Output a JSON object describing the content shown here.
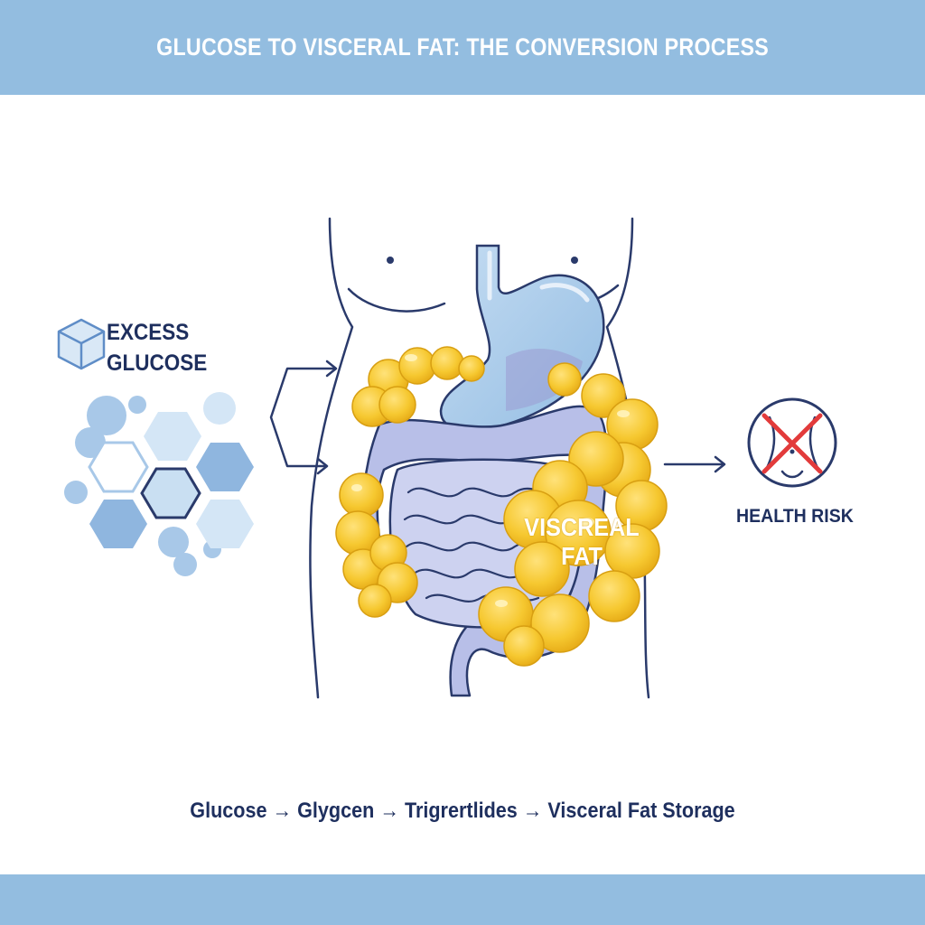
{
  "header": {
    "title": "GLUCOSE TO VISCERAL FAT: THE CONVERSION PROCESS"
  },
  "left_panel": {
    "label_line1": "EXCESS",
    "label_line2": "GLUCOSE",
    "icon": "cube-icon"
  },
  "center": {
    "fat_label_line1": "VISCREAL",
    "fat_label_line2": "FAT"
  },
  "right_panel": {
    "label": "HEALTH RISK",
    "icon": "crossed-waist-icon"
  },
  "footer": {
    "pathway": "Glucose → Glygcen → Trigrertlides → Visceral Fat Storage"
  },
  "colors": {
    "banner": "#93bde0",
    "navy": "#1e2f5e",
    "fat_yellow": "#f6c830",
    "organ_blue": "#a9cbe9",
    "intestine_purple": "#c3c8ea",
    "risk_red": "#e23b3b"
  }
}
